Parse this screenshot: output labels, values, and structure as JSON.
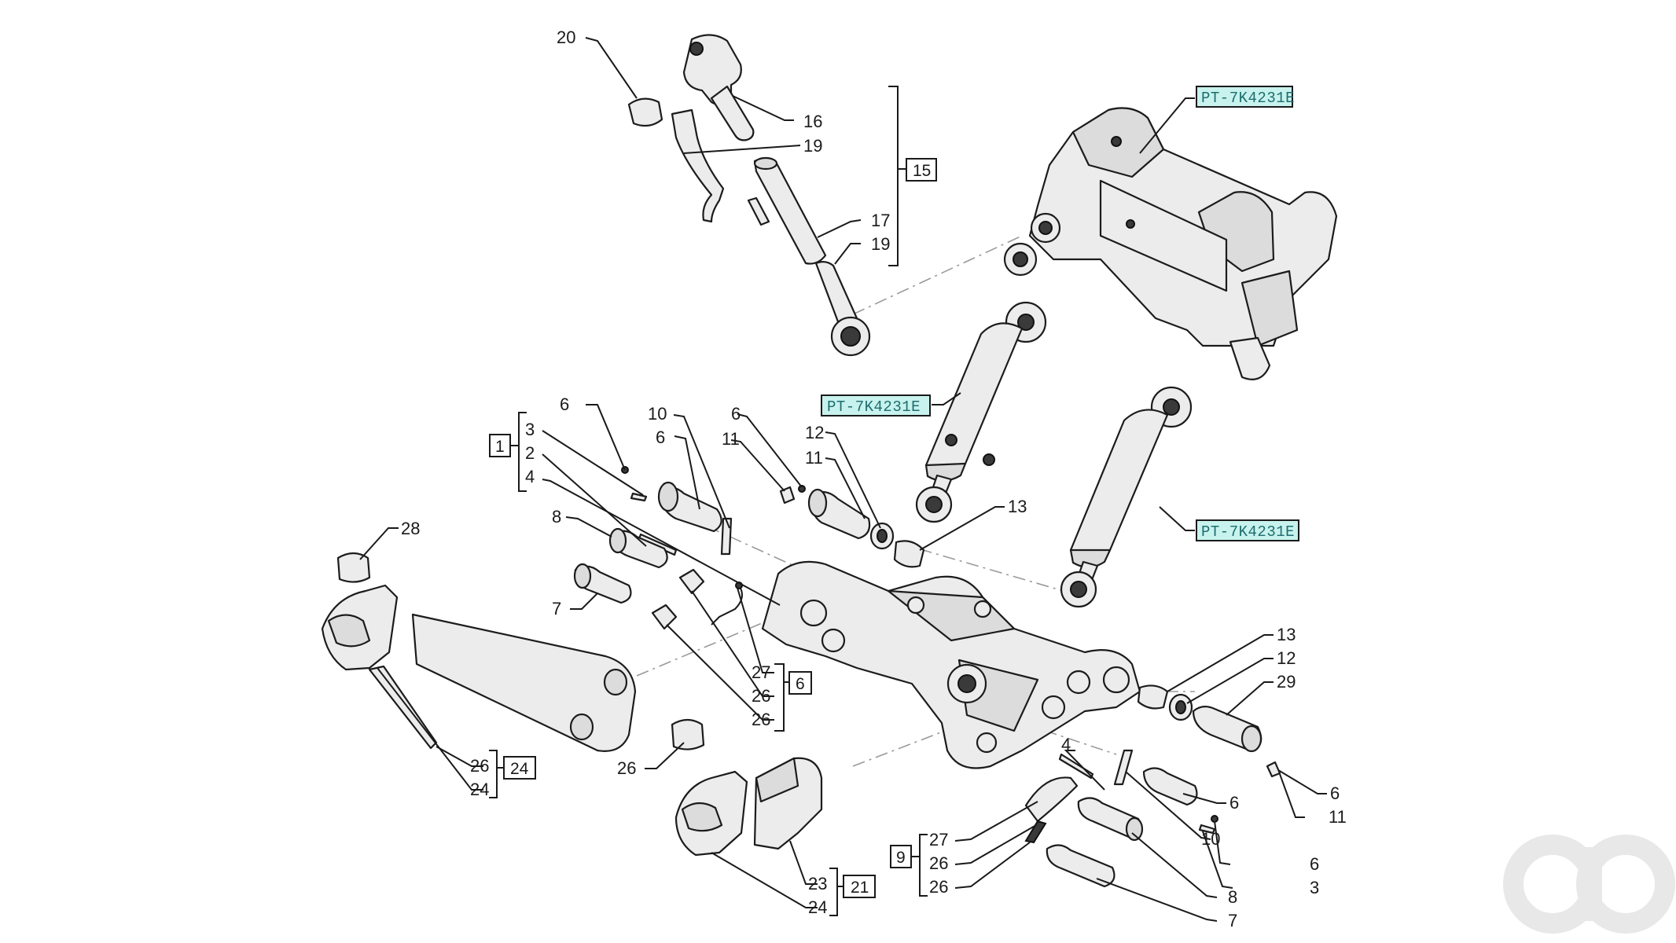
{
  "callouts": {
    "c20": "20",
    "c16": "16",
    "c19a": "19",
    "c17": "17",
    "c19b": "19",
    "c6a": "6",
    "c3a": "3",
    "c2": "2",
    "c4a": "4",
    "c10a": "10",
    "c6b": "6",
    "c6c": "6",
    "c11a": "11",
    "c12a": "12",
    "c11b": "11",
    "c13a": "13",
    "c8a": "8",
    "c7a": "7",
    "c28": "28",
    "c27a": "27",
    "c26a": "26",
    "c26b": "26",
    "c26c": "26",
    "c24a": "24",
    "c26d": "26",
    "c13b": "13",
    "c12b": "12",
    "c29": "29",
    "c6d": "6",
    "c6e": "6",
    "c11c": "11",
    "c4b": "4",
    "c6f": "6",
    "c3b": "3",
    "c10b": "10",
    "c8b": "8",
    "c7b": "7",
    "c27b": "27",
    "c26e": "26",
    "c26f": "26",
    "c23": "23",
    "c24b": "24"
  },
  "group_boxes": {
    "g15": "15",
    "g1": "1",
    "g6": "6",
    "g24": "24",
    "g21": "21",
    "g9": "9"
  },
  "references": {
    "ref_top": "PT-7K4231E",
    "ref_mid": "PT-7K4231E",
    "ref_right": "PT-7K4231E"
  },
  "watermark_logo": "ao"
}
